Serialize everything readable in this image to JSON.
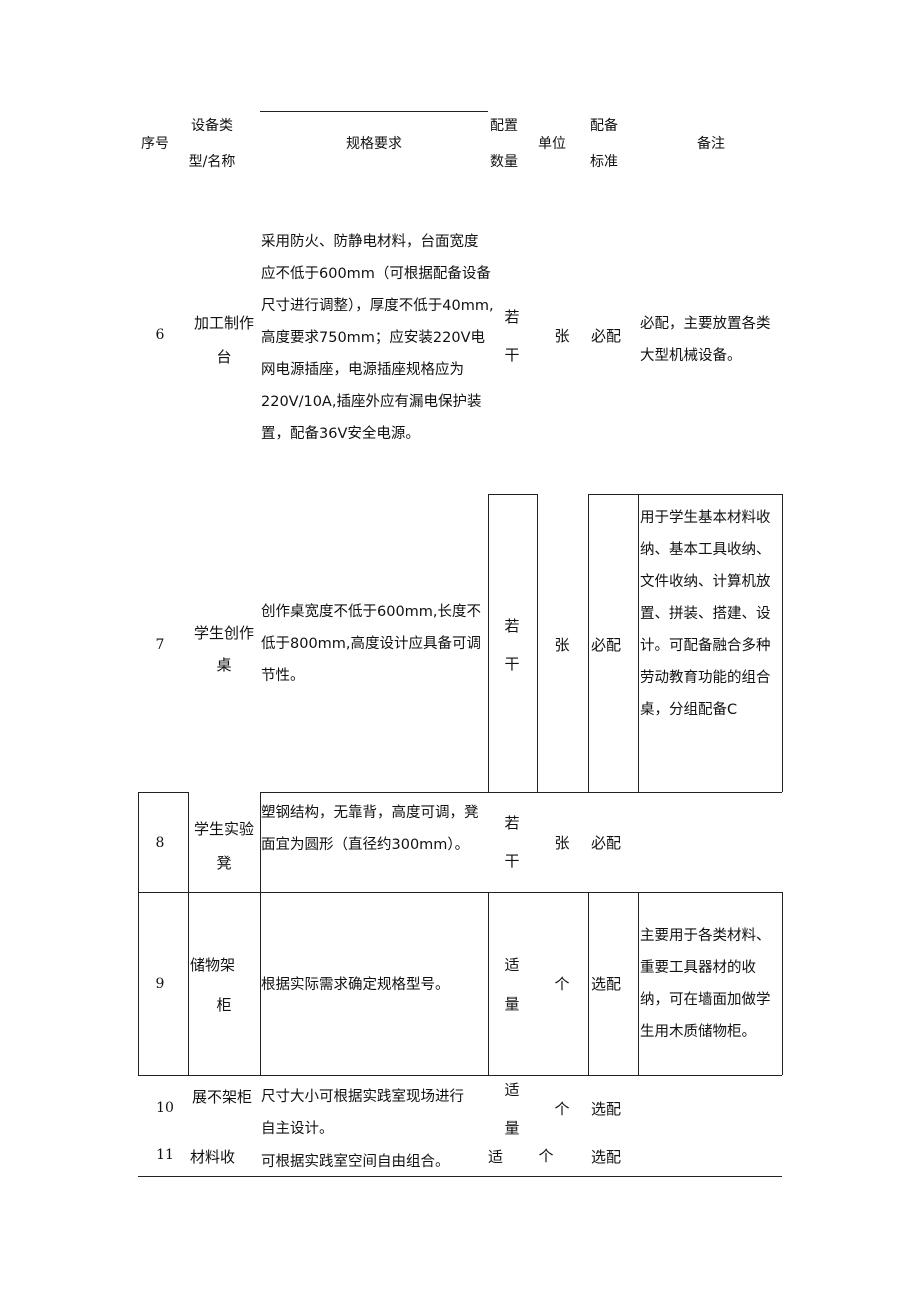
{
  "header": {
    "seq": "序号",
    "type_lines": [
      "设备类",
      "型/名称"
    ],
    "spec": "规格要求",
    "qty_lines": [
      "配置",
      "数量"
    ],
    "unit": "单位",
    "std_lines": [
      "配备",
      "标准"
    ],
    "note": "备注"
  },
  "rows": [
    {
      "seq": "6",
      "name_lines": [
        "加工制作",
        "台"
      ],
      "spec_lines": [
        "采用防火、防静电材料，台面宽度",
        "应不低于600mm（可根据配备设备",
        "尺寸进行调整），厚度不低于40mm,",
        "高度要求750mm；应安装220V电",
        "网电源插座，电源插座规格应为",
        "220V/10A,插座外应有漏电保护装",
        "置，配备36V安全电源。"
      ],
      "qty_lines": [
        "若",
        "干"
      ],
      "unit": "张",
      "std": "必配",
      "note_lines": [
        "必配，主要放置各类",
        "大型机械设备。"
      ]
    },
    {
      "seq": "7",
      "name_lines": [
        "学生创作",
        "桌"
      ],
      "spec_lines": [
        "创作桌宽度不低于600mm,长度不",
        "低于800mm,高度设计应具备可调",
        "节性。"
      ],
      "qty_lines": [
        "若",
        "干"
      ],
      "unit": "张",
      "std": "必配",
      "note_lines": [
        "用于学生基本材料收",
        "纳、基本工具收纳、",
        "文件收纳、计算机放",
        "置、拼装、搭建、设",
        "计。可配备融合多种",
        "劳动教育功能的组合",
        "桌，分组配备C"
      ]
    },
    {
      "seq": "8",
      "name_lines": [
        "学生实验",
        "凳"
      ],
      "spec_lines": [
        "塑钢结构，无靠背，高度可调，凳",
        "面宜为圆形（直径约300mm）。"
      ],
      "qty_lines": [
        "若",
        "干"
      ],
      "unit": "张",
      "std": "必配",
      "note_lines": []
    },
    {
      "seq": "9",
      "name_lines": [
        "储物架",
        "柜"
      ],
      "spec_lines": [
        "根据实际需求确定规格型号。"
      ],
      "qty_lines": [
        "适",
        "量"
      ],
      "unit": "个",
      "std": "选配",
      "note_lines": [
        "主要用于各类材料、",
        "重要工具器材的收",
        "纳，可在墙面加做学",
        "生用木质储物柜。"
      ]
    },
    {
      "seq": "10",
      "name_lines": [
        "展不架柜"
      ],
      "spec_lines": [
        "尺寸大小可根据实践室现场进行",
        "自主设计。"
      ],
      "qty_lines": [
        "适",
        "量"
      ],
      "unit": "个",
      "std": "选配",
      "note_lines": []
    },
    {
      "seq": "11",
      "name_lines": [
        "材料收"
      ],
      "spec_lines": [
        "可根据实践室空间自由组合。"
      ],
      "qty_lines": [
        "适"
      ],
      "unit": "个",
      "std": "选配",
      "note_lines": []
    }
  ]
}
